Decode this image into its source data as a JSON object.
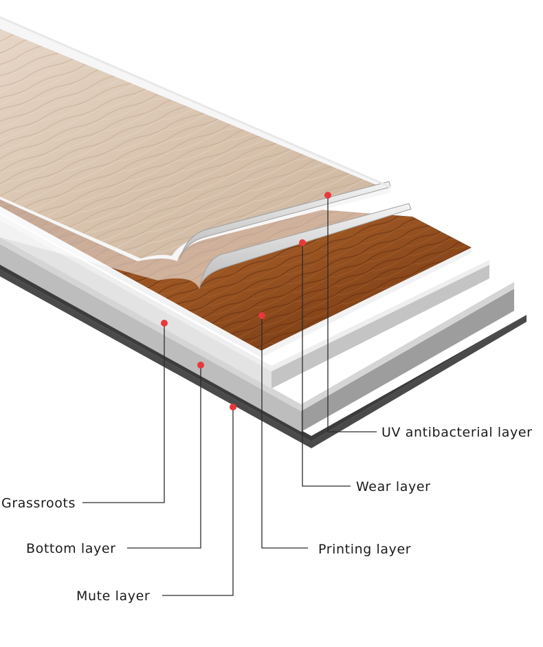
{
  "labels": {
    "uv": "UV antibacterial layer",
    "wear": "Wear layer",
    "printing": "Printing layer",
    "grassroots": "Grassroots",
    "bottom": "Bottom layer",
    "mute": "Mute layer"
  },
  "colors": {
    "marker": "#e8383c",
    "leader_line": "#2a2a2a",
    "wood_light": "#d9c6b4",
    "wood_dark": "#8a4a1f",
    "mute_layer": "#3c3c3c",
    "core_layer": "#cfcfcf"
  }
}
